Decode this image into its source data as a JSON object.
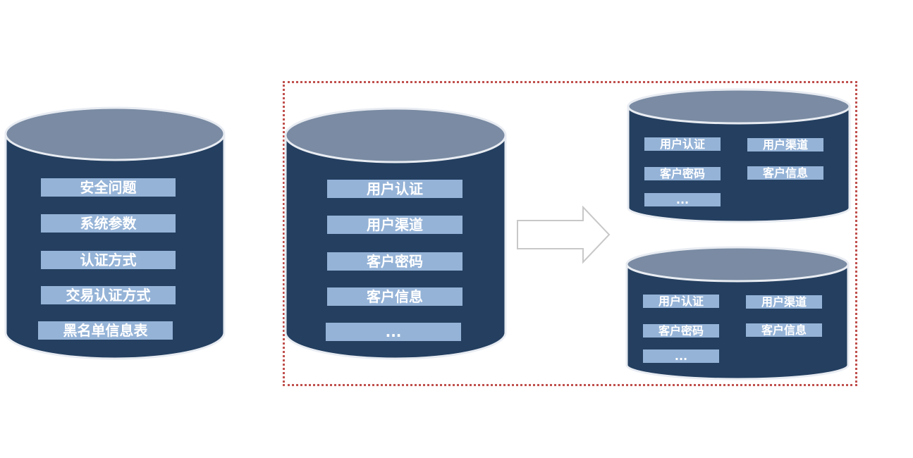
{
  "diagram": {
    "colors": {
      "cylinder_body": "#243f60",
      "cylinder_top": "#7a8ba3",
      "cylinder_rim": "#e8ecf2",
      "label_fill": "#95b3d7",
      "label_text": "#ffffff",
      "dashed_border": "#c0504d",
      "arrow_stroke": "#c8c8c8"
    },
    "left_db": {
      "items": [
        "安全问题",
        "系统参数",
        "认证方式",
        "交易认证方式",
        "黑名单信息表"
      ]
    },
    "middle_db": {
      "items": [
        "用户认证",
        "用户渠道",
        "客户密码",
        "客户信息",
        "..."
      ]
    },
    "top_right_db": {
      "items": [
        "用户认证",
        "用户渠道",
        "客户密码",
        "客户信息",
        "..."
      ]
    },
    "bottom_right_db": {
      "items": [
        "用户认证",
        "用户渠道",
        "客户密码",
        "客户信息",
        "..."
      ]
    },
    "arrow": {
      "icon": "right-arrow-icon"
    }
  }
}
